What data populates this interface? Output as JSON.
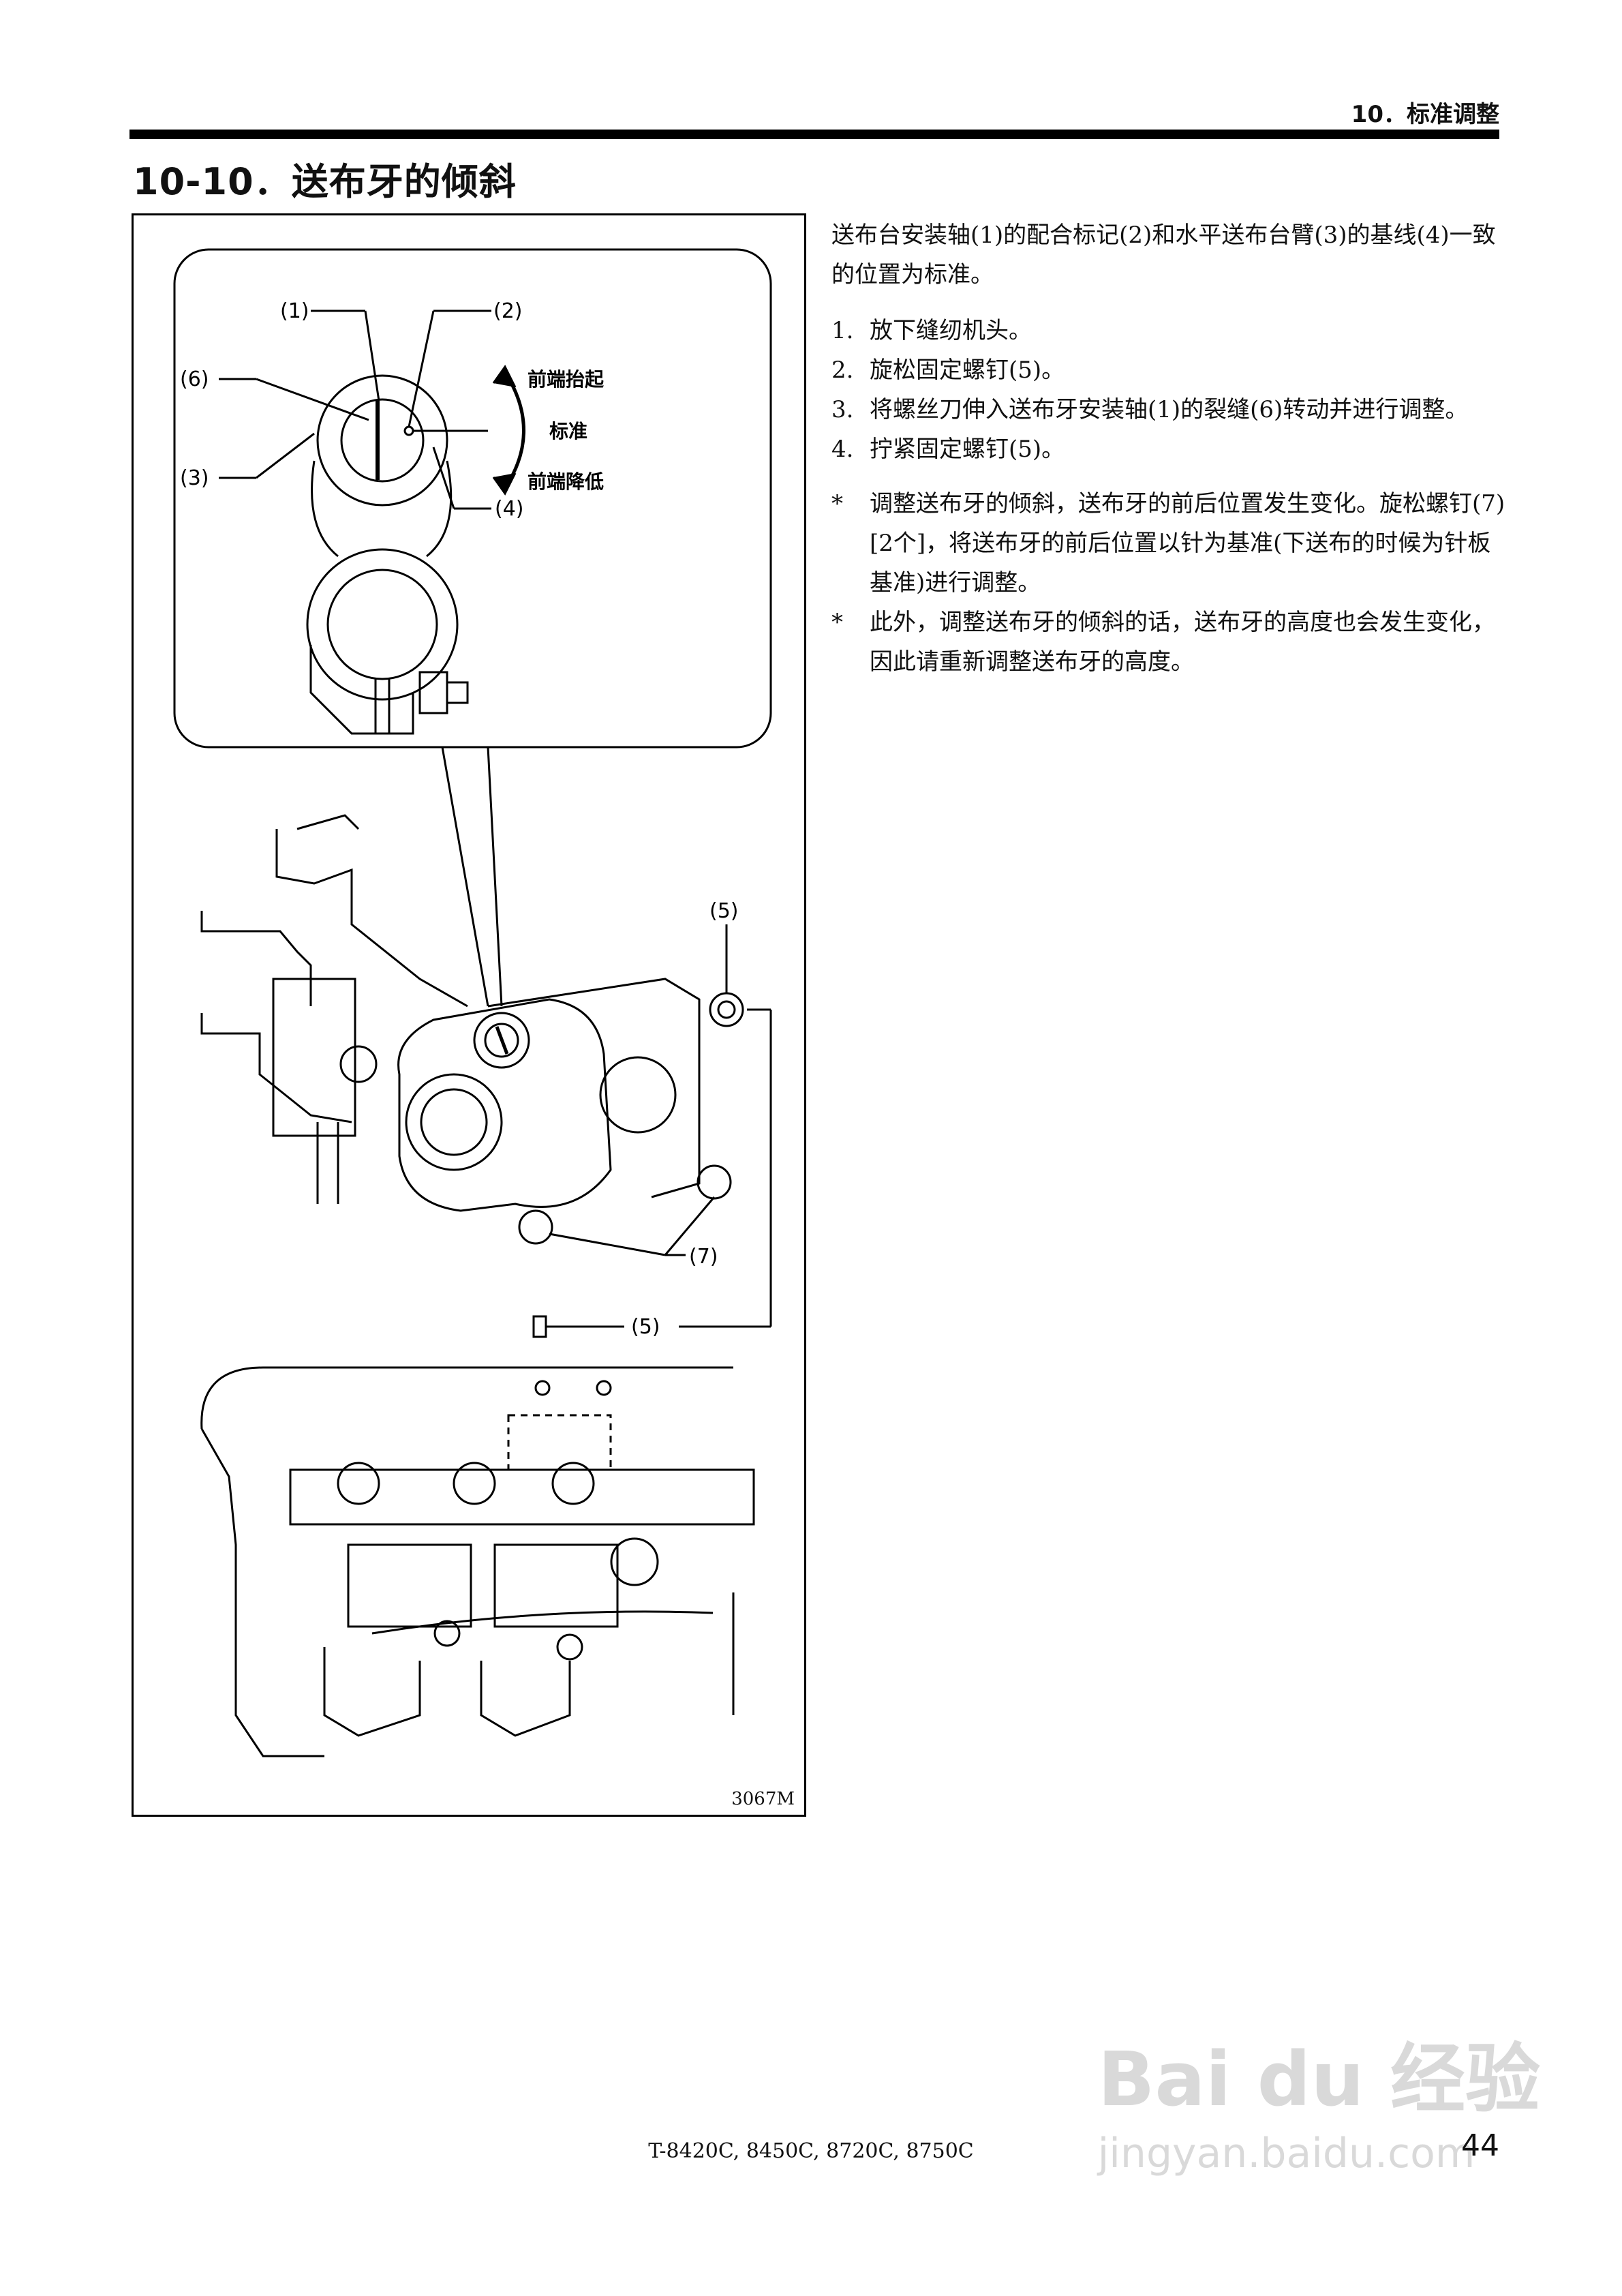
{
  "header": {
    "section": "10．标准调整"
  },
  "title": "10-10．送布牙的倾斜",
  "figure": {
    "code": "3067M",
    "labels": {
      "l1": "(1)",
      "l2": "(2)",
      "l3": "(3)",
      "l4": "(4)",
      "l5a": "(5)",
      "l5b": "(5)",
      "l6": "(6)",
      "l7": "(7)",
      "front_up": "前端抬起",
      "standard": "标准",
      "front_down": "前端降低"
    }
  },
  "body": {
    "intro": "送布台安装轴(1)的配合标记(2)和水平送布台臂(3)的基线(4)一致的位置为标准。",
    "steps": [
      {
        "num": "1.",
        "text": "放下缝纫机头。"
      },
      {
        "num": "2.",
        "text": "旋松固定螺钉(5)。"
      },
      {
        "num": "3.",
        "text": "将螺丝刀伸入送布牙安装轴(1)的裂缝(6)转动并进行调整。"
      },
      {
        "num": "4.",
        "text": "拧紧固定螺钉(5)。"
      }
    ],
    "notes": [
      {
        "mark": "*",
        "text": "调整送布牙的倾斜，送布牙的前后位置发生变化。旋松螺钉(7)[2个]，将送布牙的前后位置以针为基准(下送布的时候为针板基准)进行调整。"
      },
      {
        "mark": "*",
        "text": "此外，调整送布牙的倾斜的话，送布牙的高度也会发生变化，因此请重新调整送布牙的高度。"
      }
    ]
  },
  "footer": {
    "models": "T-8420C, 8450C, 8720C, 8750C",
    "page": "44"
  },
  "watermark": {
    "brand": "Bai du 经验",
    "url": "jingyan.baidu.com"
  }
}
